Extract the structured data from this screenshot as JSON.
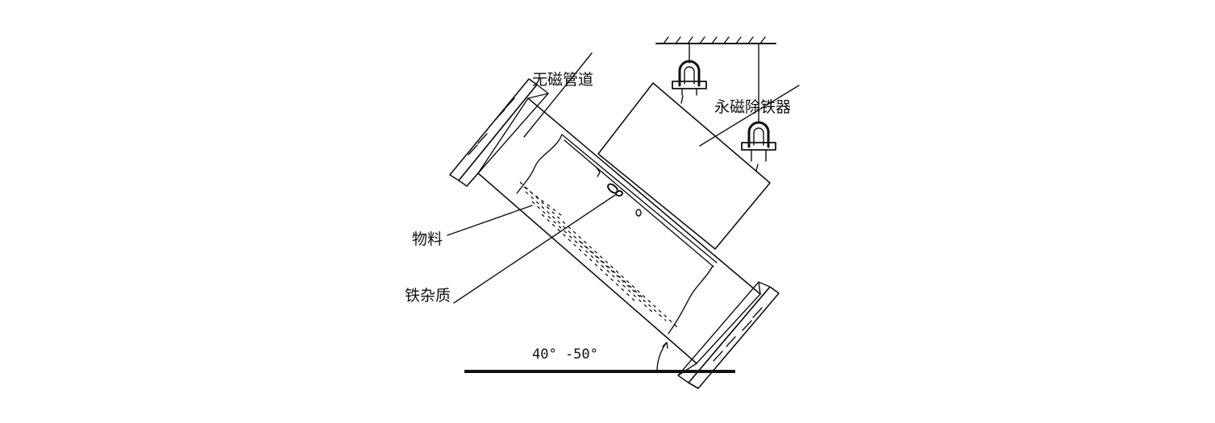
{
  "labels": {
    "nonmagnetic_pipe": "无磁管道",
    "permanent_magnet_separator": "永磁除铁器",
    "material": "物料",
    "iron_impurities": "铁杂质",
    "angle_range": "40° -50°"
  },
  "colors": {
    "line": "#111111",
    "background": "#ffffff"
  }
}
